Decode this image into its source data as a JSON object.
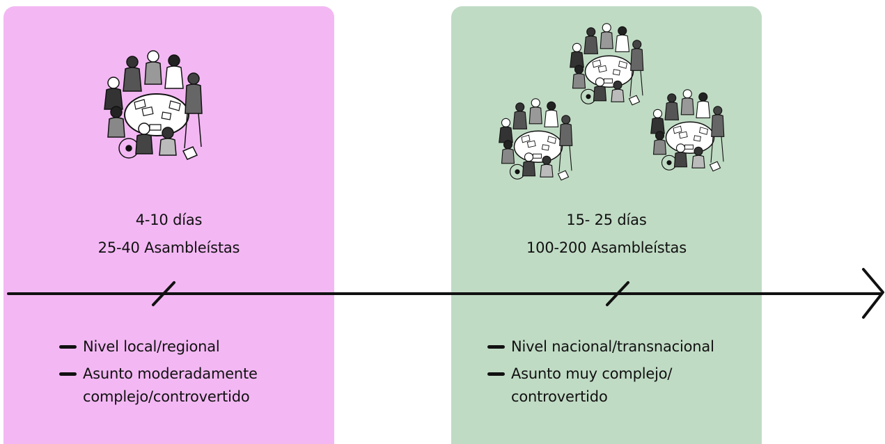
{
  "colors": {
    "local_panel": "#f3b8f3",
    "national_panel": "#c0dbc4",
    "timeline": "#111111"
  },
  "stages": [
    {
      "duration": "4-10 días",
      "members": "25-40 Asambleístas",
      "illustration": "assembly-group-drawing",
      "bullets": [
        "Nivel local/regional",
        "Asunto moderadamente complejo/controvertido"
      ]
    },
    {
      "duration": "15- 25 días",
      "members": "100-200 Asambleístas",
      "illustration": "three-assembly-groups-drawing",
      "bullets": [
        "Nivel nacional/transnacional",
        "Asunto muy complejo/ controvertido"
      ]
    }
  ]
}
